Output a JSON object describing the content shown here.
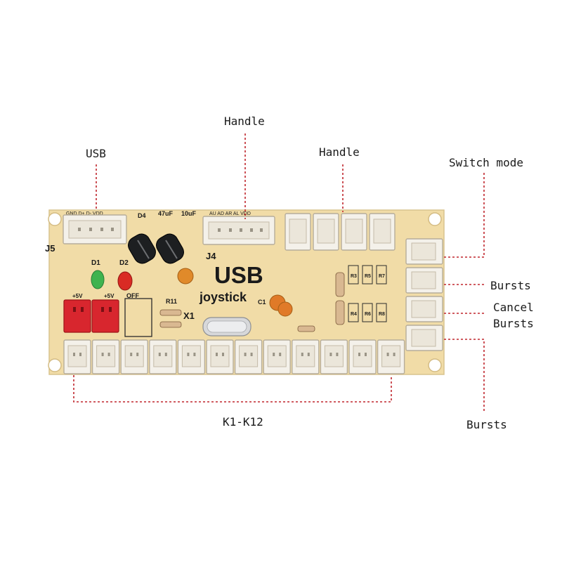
{
  "callouts": {
    "usb": "USB",
    "handle_left": "Handle",
    "handle_right": "Handle",
    "switch_mode": "Switch mode",
    "bursts_top": "Bursts",
    "cancel_bursts_1": "Cancel",
    "cancel_bursts_2": "Bursts",
    "bursts_bottom": "Bursts",
    "k1_k12": "K1-K12"
  },
  "board": {
    "logo_main": "USB",
    "logo_sub": "joystick",
    "usb_pins": "GND D+ D- VDD",
    "handle_pins": "AU AD AR AL VDD",
    "j5": "J5",
    "j4": "J4",
    "d1": "D1",
    "d2": "D2",
    "d4": "D4",
    "cap1": "47uF",
    "cap2": "10uF",
    "plus5v_a": "+5V",
    "plus5v_b": "+5V",
    "off": "OFF",
    "r11": "R11",
    "x1": "X1",
    "c1": "C1",
    "res_top": [
      "R3",
      "R5",
      "R7"
    ],
    "res_bottom": [
      "R4",
      "R6",
      "R8"
    ]
  },
  "colors": {
    "pcb": "#f1dca7",
    "connector": "#f4f1ea",
    "jumper": "#d8262e",
    "leader": "#c0262d",
    "led_green": "#3fb34f",
    "led_red": "#d92b24"
  }
}
